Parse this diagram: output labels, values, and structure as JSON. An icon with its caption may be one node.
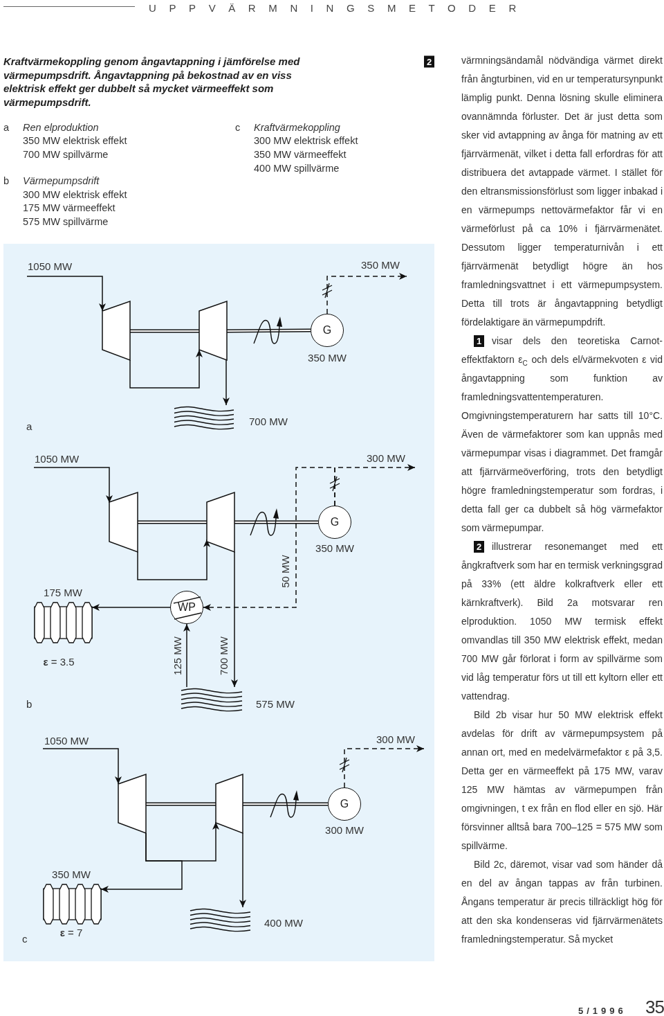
{
  "diagram": {
    "caption": "Kraftvärmekoppling genom ångavtappning i jämförelse med värmepumpsdrift. Ångavtappning på bekostnad av en viss elektrisk effekt ger dubbelt så mycket värmeeffekt som värmepumpsdrift.",
    "nodes": [
      {
        "text": [],
        "shape": "trapezoid"
      },
      {
        "text": [],
        "shape": "trapezoid"
      },
      {
        "text": [
          "G"
        ],
        "beside": [
          "350 MW"
        ]
      },
      {
        "text": [],
        "shape": "waves",
        "beside": [
          "700 MW"
        ]
      },
      {
        "text": [],
        "shape": "trapezoid"
      },
      {
        "text": [],
        "shape": "trapezoid"
      },
      {
        "text": [
          "G"
        ],
        "beside": [
          "350 MW"
        ]
      },
      {
        "text": [
          "WP"
        ]
      },
      {
        "text": [],
        "shape": "radiator",
        "beside": [
          "175 MW",
          "**ε** = 3.5"
        ]
      },
      {
        "text": [],
        "shape": "waves",
        "beside": [
          "575 MW"
        ]
      },
      {
        "text": [],
        "shape": "trapezoid"
      },
      {
        "text": [],
        "shape": "trapezoid"
      },
      {
        "text": [
          "G"
        ],
        "beside": [
          "300 MW"
        ]
      },
      {
        "text": [],
        "shape": "radiator",
        "beside": [
          "350 MW",
          "**ε** = 7"
        ]
      },
      {
        "text": [],
        "shape": "waves",
        "beside": [
          "400 MW"
        ]
      }
    ],
    "edges": [
      {
        "from": null,
        "to": 0,
        "arrow": "to",
        "label": "1050 MW"
      },
      {
        "from": 0,
        "to": 1,
        "arrow": "to"
      },
      {
        "from": 0,
        "to": 1,
        "arrow": "none",
        "style": "thick"
      },
      {
        "from": 1,
        "to": 2,
        "arrow": "none",
        "style": "thick"
      },
      {
        "from": 1,
        "to": 3,
        "arrow": "to"
      },
      {
        "from": 2,
        "to": null,
        "arrow": "to",
        "style": "dashed",
        "label": "350 MW"
      },
      {
        "from": null,
        "to": 4,
        "arrow": "to",
        "label": "1050 MW"
      },
      {
        "from": 4,
        "to": 5,
        "arrow": "to"
      },
      {
        "from": 4,
        "to": 5,
        "arrow": "none",
        "style": "thick"
      },
      {
        "from": 5,
        "to": 6,
        "arrow": "none",
        "style": "thick"
      },
      {
        "from": 5,
        "to": 9,
        "arrow": "to",
        "label": "700 MW"
      },
      {
        "from": 6,
        "to": null,
        "arrow": "to",
        "style": "dashed",
        "label": "300 MW"
      },
      {
        "from": 6,
        "to": 7,
        "arrow": "to",
        "style": "dashed",
        "label": "50 MW"
      },
      {
        "from": 9,
        "to": 7,
        "arrow": "to",
        "label": "125 MW"
      },
      {
        "from": 7,
        "to": 8,
        "arrow": "to"
      },
      {
        "from": null,
        "to": 10,
        "arrow": "to",
        "label": "1050 MW"
      },
      {
        "from": 10,
        "to": 11,
        "arrow": "to"
      },
      {
        "from": 10,
        "to": 13,
        "arrow": "to"
      },
      {
        "from": 10,
        "to": 11,
        "arrow": "none",
        "style": "thick"
      },
      {
        "from": 11,
        "to": 12,
        "arrow": "none",
        "style": "thick"
      },
      {
        "from": 11,
        "to": 14,
        "arrow": "to"
      },
      {
        "from": 12,
        "to": null,
        "arrow": "to",
        "style": "dashed",
        "label": "300 MW"
      }
    ],
    "labels": [
      "UPPVÄRMNINGSMETODER",
      "2",
      "a",
      "Ren elproduktion",
      "350 MW elektrisk effekt",
      "700 MW spillvärme",
      "b",
      "Värmepumpsdrift",
      "300 MW elektrisk effekt",
      "175 MW värmeeffekt",
      "575 MW spillvärme",
      "c",
      "Kraftvärmekoppling",
      "300 MW elektrisk effekt",
      "350 MW värmeeffekt",
      "400 MW spillvärme",
      "a",
      "b",
      "c",
      "värmningsändamål nödvändiga värmet direkt från ångturbinen, vid en ur temperatursynpunkt lämplig punkt. Denna lösning skulle eliminera ovannämnda förluster. Det är just detta som sker vid avtappning av ånga för matning av ett fjärrvärmenät, vilket i detta fall erfordras för att distribuera det avtappade värmet. I stället för den eltransmissionsförlust som ligger inbakad i en värmepumps nettovärmefaktor får vi en värmeförlust på ca 10% i fjärrvärmenätet. Dessutom ligger temperaturnivån i ett fjärrvärmenät betydligt högre än hos framledningsvattnet i ett värmepumpsystem. Detta till trots är ångavtappning betydligt fördelaktigare än värmepumpdrift.",
      "1",
      "visar dels den teoretiska Carnot-effektfaktorn ε$_{C}$ och dels el/värmekvoten ε vid ångavtappning som funktion av framledningsvattentemperaturen. Omgivningstemperaturern har satts till 10°C. Även de värmefaktorer som kan uppnås med värmepumpar visas i diagrammet. Det framgår att fjärrvärmeöverföring, trots den betydligt högre framledningstemperatur som fordras, i detta fall ger ca dubbelt så hög värmefaktor som värmepumpar.",
      "2",
      "illustrerar resonemanget med ett ångkraftverk som har en termisk verkningsgrad på 33% (ett äldre kolkraftverk eller ett kärnkraftverk). Bild 2a motsvarar ren elproduktion. 1050 MW termisk effekt omvandlas till 350 MW elektrisk effekt, medan 700 MW går förlorat i form av spillvärme som vid låg temperatur förs ut till ett kyltorn eller ett vattendrag.",
      "Bild 2b visar hur 50 MW elektrisk effekt avdelas för drift av värmepumpsystem på annan ort, med en medelvärmefaktor ε på 3,5. Detta ger en värmeeffekt på 175 MW, varav 125 MW hämtas av värmepumpen från omgivningen, t ex från en flod eller en sjö. Här försvinner alltså bara 700–125 = 575 MW som spillvärme.",
      "Bild 2c, däremot, visar vad som händer då en del av ångan tappas av från turbinen. Ångans temperatur är precis tillräckligt hög för att den ska kondenseras vid fjärrvärmenätets framledningstemperatur. Så mycket",
      "5/1996",
      "35"
    ]
  }
}
